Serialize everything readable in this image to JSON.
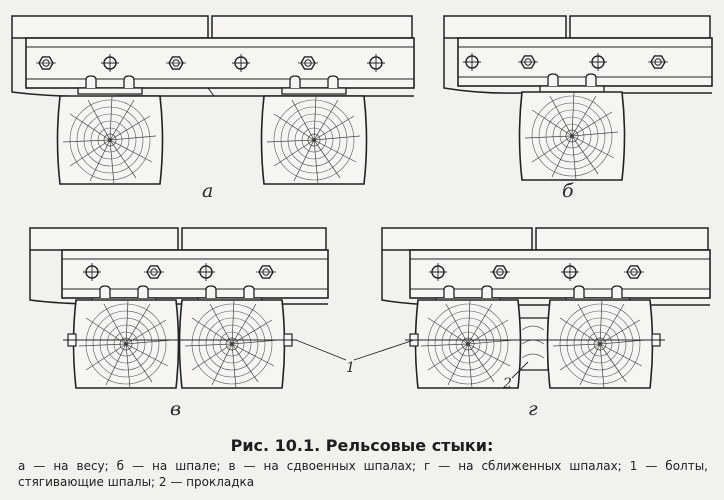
{
  "figure": {
    "title": "Рис. 10.1. Рельсовые стыки:",
    "legend": "а — на весу; б — на шпале; в — на сдвоенных шпалах; г — на сближенных шпалах; 1 — болты, стягивающие шпалы; 2 — прокладка",
    "panels": [
      {
        "letter": "а"
      },
      {
        "letter": "б"
      },
      {
        "letter": "в"
      },
      {
        "letter": "г"
      }
    ],
    "callouts": {
      "bolts": "1",
      "spacer": "2"
    }
  }
}
